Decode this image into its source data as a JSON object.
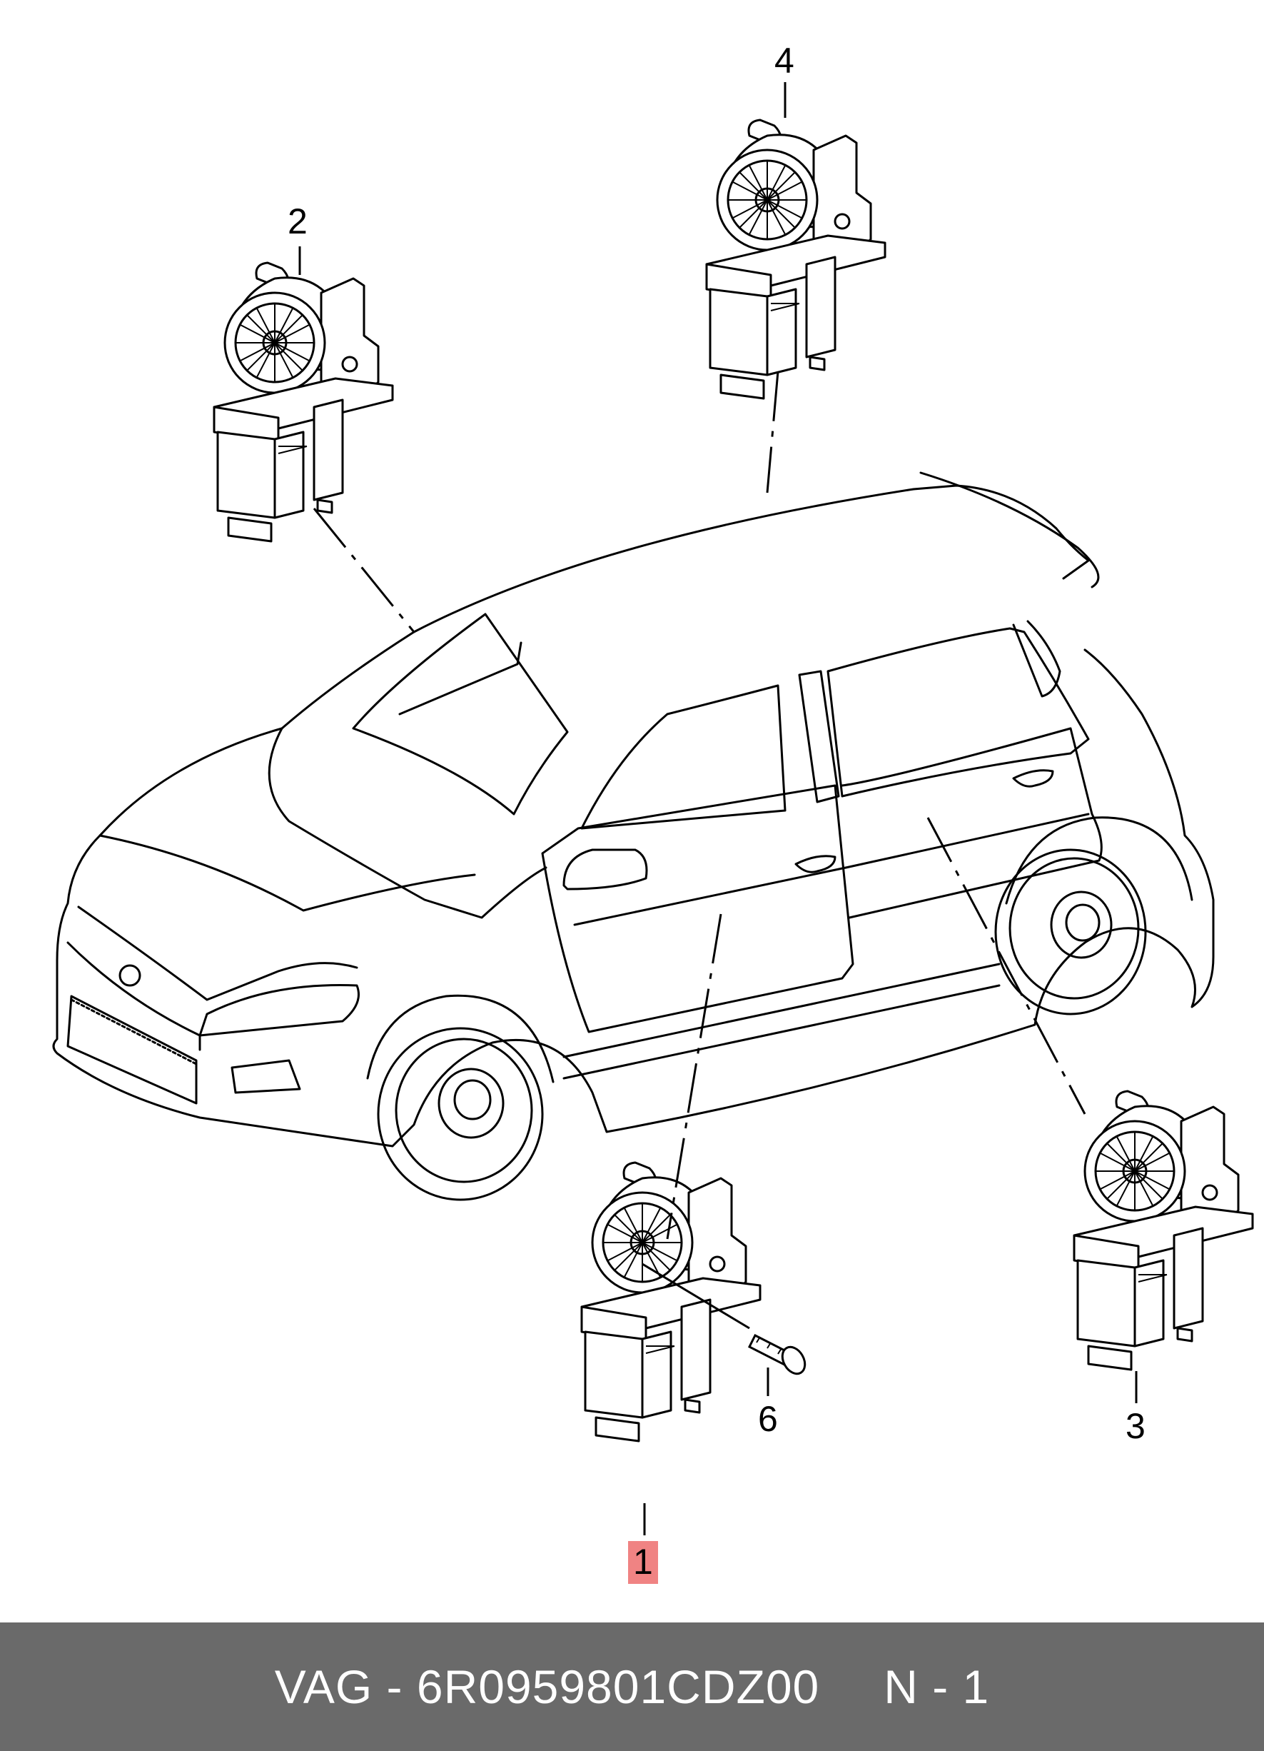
{
  "callouts": {
    "c1": "1",
    "c2": "2",
    "c3": "3",
    "c4": "4",
    "c6": "6"
  },
  "highlight_color": "#f08383",
  "footer": {
    "part_text": "VAG - 6R0959801CDZ00",
    "page_text": "N - 1",
    "background": "#6a6a6a"
  }
}
